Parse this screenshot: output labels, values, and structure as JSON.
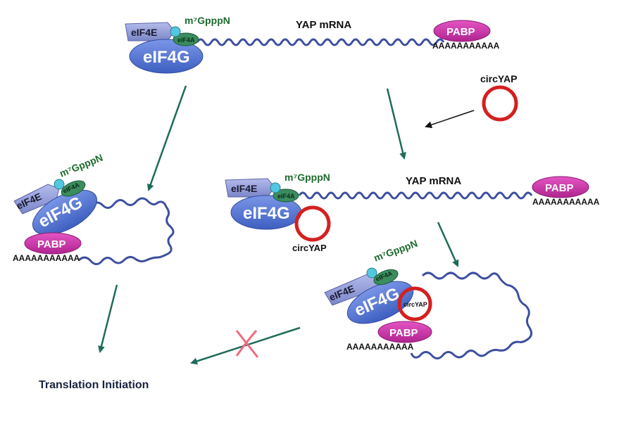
{
  "labels": {
    "eif4e": "eIF4E",
    "eif4a": "eIF4A",
    "eif4g": "eIF4G",
    "cap": "m⁷GpppN",
    "pabp": "PABP",
    "polya": "AAAAAAAAAAA",
    "mrna": "YAP mRNA",
    "circ": "circYAP",
    "translation": "Translation Initiation"
  },
  "colors": {
    "eif4e": "#8f9ad8",
    "eif4g": "#4f73d6",
    "eif4a": "#3b8c5e",
    "cap_bead": "#52c7e0",
    "pabp": "#cc33aa",
    "mrna": "#3d4fa0",
    "circ_ring": "#d42020",
    "arrow_green": "#1f6b5a",
    "arrow_black": "#111111",
    "block_x": "#f06a80",
    "cap_text": "#1e6b2f"
  }
}
